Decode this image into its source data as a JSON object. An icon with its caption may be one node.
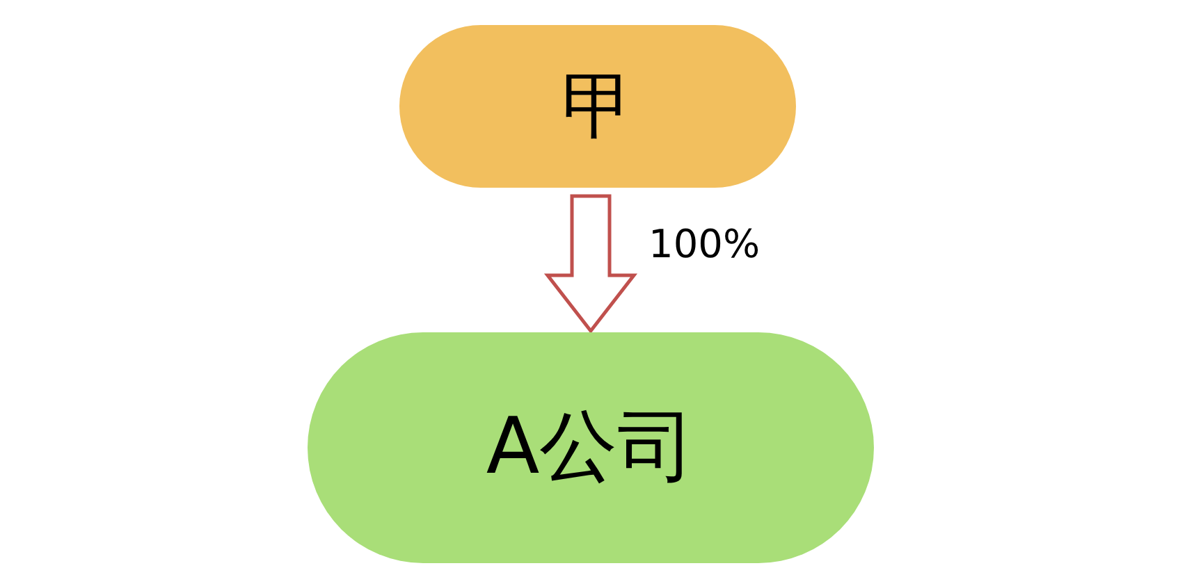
{
  "diagram": {
    "nodes": [
      {
        "text": [
          "甲"
        ]
      },
      {
        "text": [
          "A公司"
        ]
      }
    ],
    "edges": [
      {
        "from": 0,
        "to": 1,
        "arrow": "to",
        "label": "100%"
      }
    ]
  }
}
